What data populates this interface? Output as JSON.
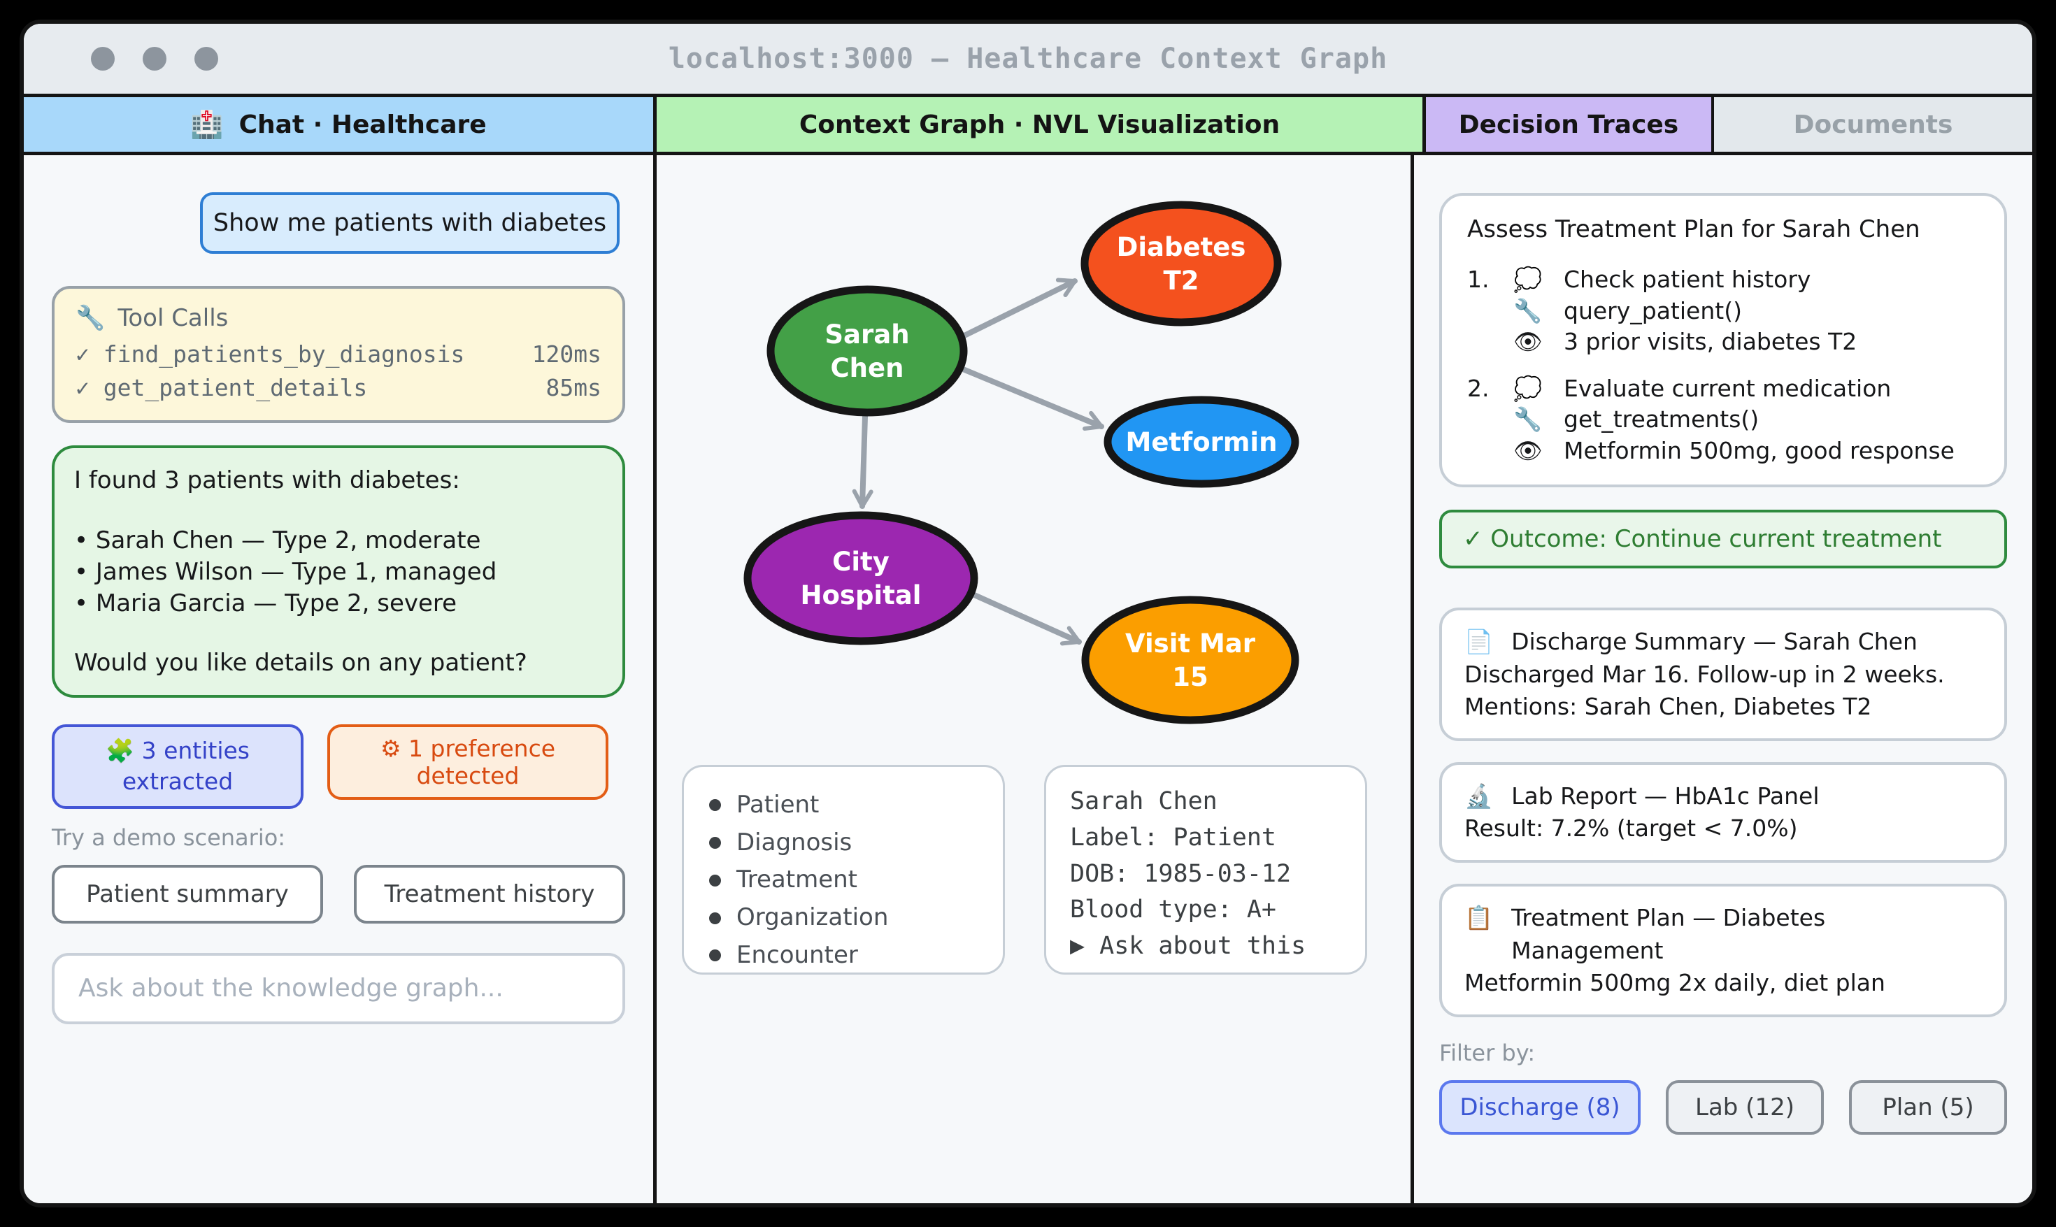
{
  "window": {
    "title": "localhost:3000 — Healthcare Context Graph"
  },
  "headers": {
    "chat": {
      "icon": "🏥",
      "label": "Chat · Healthcare"
    },
    "graph": {
      "label": "Context Graph · NVL Visualization"
    },
    "traces": {
      "label": "Decision Traces"
    },
    "documents": {
      "label": "Documents"
    }
  },
  "chat": {
    "user_message": "Show me patients with diabetes",
    "tool_calls": {
      "icon": "🔧",
      "title": "Tool Calls",
      "calls": [
        {
          "status": "✓",
          "name": "find_patients_by_diagnosis",
          "duration": "120ms"
        },
        {
          "status": "✓",
          "name": "get_patient_details",
          "duration": "85ms"
        }
      ]
    },
    "assistant": {
      "intro": "I found 3 patients with diabetes:",
      "patients": [
        "• Sarah Chen — Type 2, moderate",
        "• James Wilson — Type 1, managed",
        "• Maria Garcia — Type 2, severe"
      ],
      "question": "Would you like details on any patient?"
    },
    "badges": {
      "entities": {
        "icon": "🧩",
        "label": "3 entities extracted"
      },
      "preference": {
        "icon": "⚙",
        "label": "1 preference detected"
      }
    },
    "demo": {
      "label": "Try a demo scenario:",
      "buttons": [
        "Patient summary",
        "Treatment history"
      ]
    },
    "input_placeholder": "Ask about the knowledge graph..."
  },
  "graph": {
    "nodes": [
      {
        "id": "sarah-chen",
        "label": "Sarah Chen",
        "lines": [
          "Sarah",
          "Chen"
        ],
        "color": "#43a047"
      },
      {
        "id": "diabetes-t2",
        "label": "Diabetes T2",
        "lines": [
          "Diabetes",
          "T2"
        ],
        "color": "#f4511e"
      },
      {
        "id": "metformin",
        "label": "Metformin",
        "lines": [
          "Metformin"
        ],
        "color": "#2196f3"
      },
      {
        "id": "city-hospital",
        "label": "City Hospital",
        "lines": [
          "City",
          "Hospital"
        ],
        "color": "#9c27b0"
      },
      {
        "id": "visit-mar-15",
        "label": "Visit Mar 15",
        "lines": [
          "Visit Mar",
          "15"
        ],
        "color": "#fb9e00"
      }
    ],
    "edges": [
      {
        "from": "sarah-chen",
        "to": "diabetes-t2"
      },
      {
        "from": "sarah-chen",
        "to": "metformin"
      },
      {
        "from": "sarah-chen",
        "to": "city-hospital"
      },
      {
        "from": "city-hospital",
        "to": "visit-mar-15"
      }
    ],
    "legend": [
      "Patient",
      "Diagnosis",
      "Treatment",
      "Organization",
      "Encounter"
    ],
    "detail": {
      "name": "Sarah Chen",
      "label_line": "Label: Patient",
      "dob_line": "DOB: 1985-03-12",
      "blood_line": "Blood type: A+",
      "action": "▶ Ask about this"
    }
  },
  "traces": {
    "title": "Assess Treatment Plan for Sarah Chen",
    "steps": [
      {
        "num": "1.",
        "thought_icon": "💭",
        "thought": "Check patient history",
        "tool_icon": "🔧",
        "tool": "query_patient()",
        "obs_icon": "👁",
        "observation": "3 prior visits, diabetes T2"
      },
      {
        "num": "2.",
        "thought_icon": "💭",
        "thought": "Evaluate current medication",
        "tool_icon": "🔧",
        "tool": "get_treatments()",
        "obs_icon": "👁",
        "observation": "Metformin 500mg, good response"
      }
    ],
    "outcome": "✓ Outcome: Continue current treatment"
  },
  "documents": {
    "cards": [
      {
        "icon": "📄",
        "title": "Discharge Summary — Sarah Chen",
        "line1": "Discharged Mar 16. Follow-up in 2 weeks.",
        "line2": "Mentions: Sarah Chen, Diabetes T2"
      },
      {
        "icon": "🔬",
        "title": "Lab Report — HbA1c Panel",
        "line1": "Result: 7.2% (target < 7.0%)"
      },
      {
        "icon": "📋",
        "title": "Treatment Plan — Diabetes Management",
        "line1": "Metformin 500mg 2x daily, diet plan"
      }
    ],
    "filter_label": "Filter by:",
    "filters": [
      {
        "label": "Discharge (8)",
        "active": true
      },
      {
        "label": "Lab (12)",
        "active": false
      },
      {
        "label": "Plan (5)",
        "active": false
      }
    ]
  },
  "colors": {
    "tab_chat": "#a8d8fa",
    "tab_graph": "#b5f2b5",
    "tab_traces": "#cbb9f5",
    "tab_documents": "#e3e8ec",
    "outcome_green": "#2e7d32",
    "user_bubble_blue": "#2e7ed4",
    "entities_blue": "#3442c8",
    "preference_orange": "#d84a10",
    "active_filter_blue": "#3a56d4",
    "edge_gray": "#9aa2ab"
  }
}
